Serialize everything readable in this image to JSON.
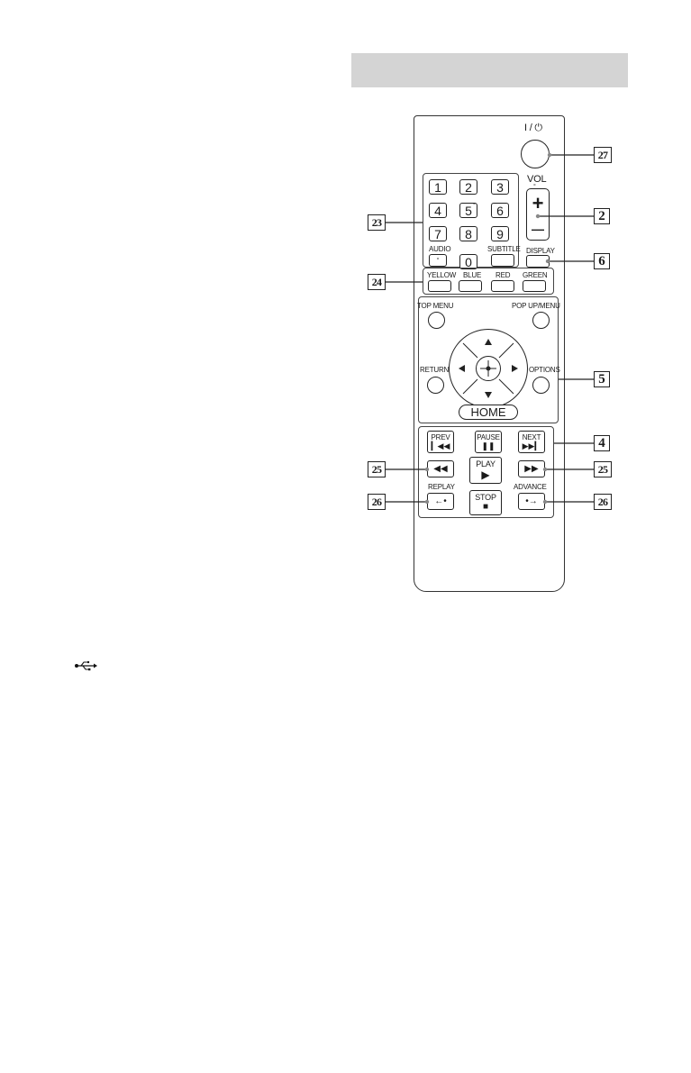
{
  "remote": {
    "power_label": "I / ⏻",
    "vol_label": "VOL",
    "vol_plus": "+",
    "vol_minus": "—",
    "digits": [
      "1",
      "2",
      "3",
      "4",
      "5",
      "6",
      "7",
      "8",
      "9",
      "0"
    ],
    "audio_label": "AUDIO",
    "subtitle_label": "SUBTITLE",
    "display_label": "DISPLAY",
    "color_buttons": [
      "YELLOW",
      "BLUE",
      "RED",
      "GREEN"
    ],
    "top_menu_label": "TOP MENU",
    "popup_menu_label": "POP UP/MENU",
    "return_label": "RETURN",
    "options_label": "OPTIONS",
    "home_label": "HOME",
    "prev_label": "PREV",
    "pause_label": "PAUSE",
    "next_label": "NEXT",
    "play_label": "PLAY",
    "stop_label": "STOP",
    "replay_label": "REPLAY",
    "advance_label": "ADVANCE"
  },
  "callouts": {
    "power": "27",
    "vol": "2",
    "numbers": "23",
    "display": "6",
    "colors": "24",
    "nav": "5",
    "playback": "4",
    "rewind": "25",
    "fast_forward": "25",
    "replay": "26",
    "advance": "26"
  }
}
